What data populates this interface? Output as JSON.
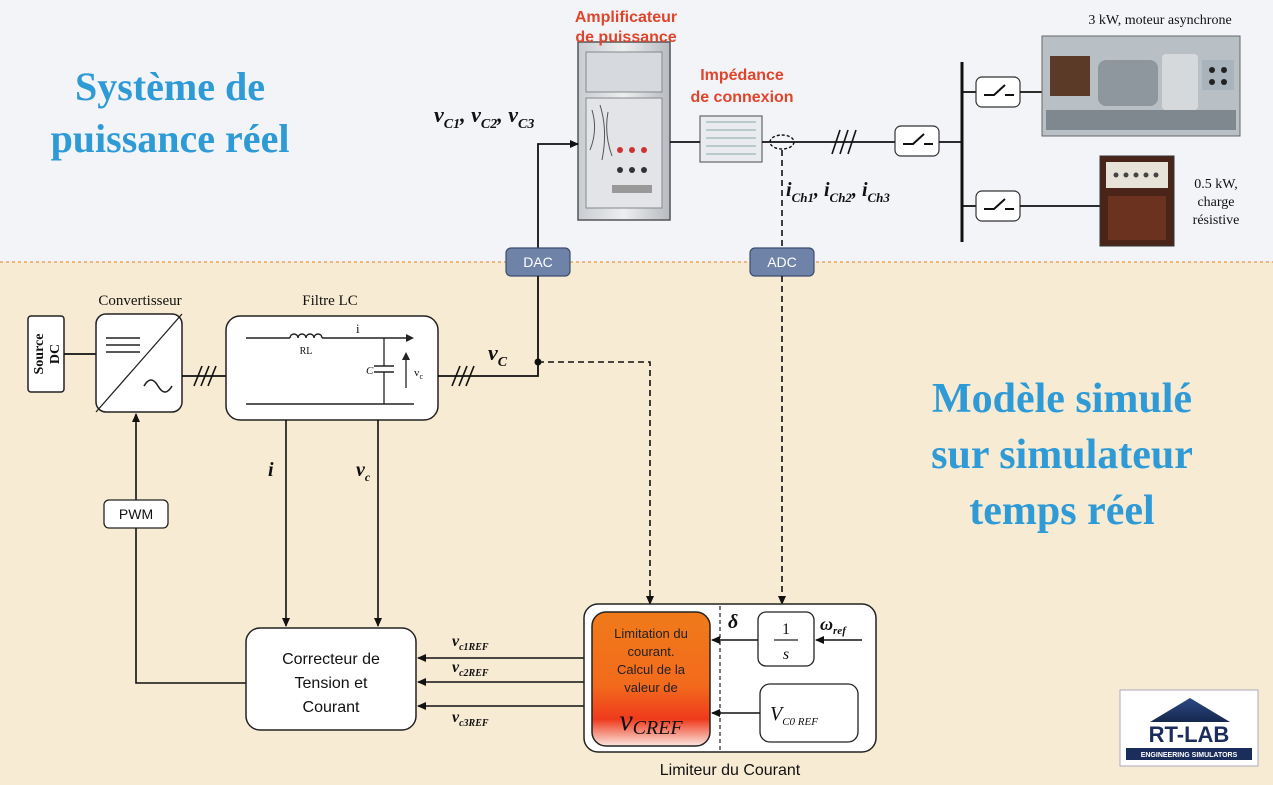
{
  "titles": {
    "real_system_line1": "Système de",
    "real_system_line2": "puissance réel",
    "simulated_line1": "Modèle simulé",
    "simulated_line2": "sur simulateur",
    "simulated_line3": "temps réel"
  },
  "hardware": {
    "amplifier_line1": "Amplificateur",
    "amplifier_line2": "de puissance",
    "impedance_line1": "Impédance",
    "impedance_line2": "de connexion",
    "motor_label": "3 kW, moteur asynchrone",
    "load_line1": "0.5 kW,",
    "load_line2": "charge",
    "load_line3": "résistive"
  },
  "interfaces": {
    "dac": "DAC",
    "adc": "ADC"
  },
  "signals": {
    "vc_main": "v",
    "vc_main_sub": "C",
    "vc_out_parts": [
      {
        "base": "v",
        "sub": "C1"
      },
      {
        "base": "v",
        "sub": "C2"
      },
      {
        "base": "v",
        "sub": "C3"
      }
    ],
    "ich_parts": [
      {
        "base": "i",
        "sub": "Ch1"
      },
      {
        "base": "i",
        "sub": "Ch2"
      },
      {
        "base": "i",
        "sub": "Ch3"
      }
    ],
    "current_fb": "i",
    "voltage_fb": "v",
    "voltage_fb_sub": "c",
    "ref1": "v",
    "ref1_sub": "c1REF",
    "ref2": "v",
    "ref2_sub": "c2REF",
    "ref3": "v",
    "ref3_sub": "c3REF"
  },
  "blocks": {
    "source_line1": "Source",
    "source_line2": "DC",
    "converter_label": "Convertisseur",
    "filter_label": "Filtre LC",
    "filter_rl": "RL",
    "filter_i": "i",
    "filter_c": "C",
    "filter_vc": "v",
    "filter_vc_sub": "c",
    "pwm": "PWM",
    "controller_line1": "Correcteur de",
    "controller_line2": "Tension et",
    "controller_line3": "Courant",
    "limiter_line1": "Limitation du",
    "limiter_line2": "courant.",
    "limiter_line3": "Calcul de la",
    "limiter_line4": "valeur de",
    "limiter_big": "v",
    "limiter_big_sub": "CREF",
    "integrator_num": "1",
    "integrator_den": "s",
    "delta": "δ",
    "omega": "ω",
    "omega_sub": "ref",
    "vc0_base": "V",
    "vc0_sub": "C0 REF",
    "limiter_caption": "Limiteur du Courant"
  },
  "logo": {
    "main": "RT-LAB",
    "tagline": "ENGINEERING SIMULATORS"
  },
  "colors": {
    "title_blue": "#2e9ad6",
    "hardware_red": "#e0452b",
    "top_band": "#f3f4f8",
    "sim_area": "#f8ebd4",
    "chip_fill": "#6f82a8",
    "limiter_top": "#f07b1a",
    "limiter_bottom": "#ee1d1d"
  }
}
